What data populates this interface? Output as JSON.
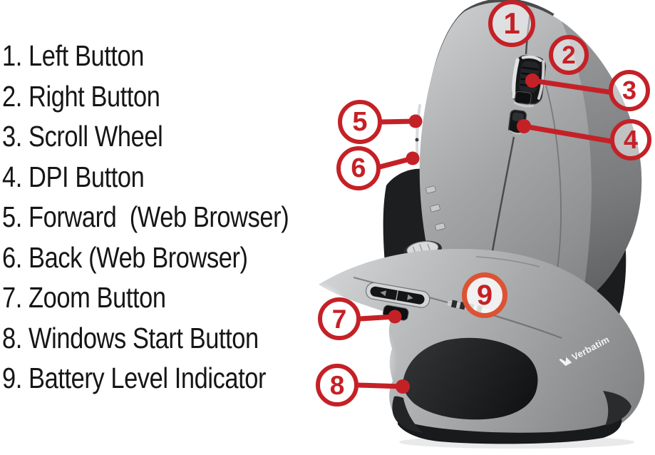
{
  "legend": {
    "items": [
      "1. Left Button",
      "2. Right Button",
      "3. Scroll Wheel",
      "4. DPI Button",
      "5. Forward  (Web Browser)",
      "6. Back (Web Browser)",
      "7. Zoom Button",
      "8. Windows Start Button",
      "9. Battery Level Indicator"
    ]
  },
  "callouts": [
    {
      "number": "1"
    },
    {
      "number": "2"
    },
    {
      "number": "3"
    },
    {
      "number": "4"
    },
    {
      "number": "5"
    },
    {
      "number": "6"
    },
    {
      "number": "7"
    },
    {
      "number": "8"
    },
    {
      "number": "9"
    }
  ],
  "product": {
    "brand_logo": "Verbatim"
  },
  "colors": {
    "callout_red": "#c42127",
    "callout9_ring": "#dc5334",
    "text": "#161616",
    "body_gray": "#9b9d9f",
    "dark_trim": "#1c1d1f"
  }
}
